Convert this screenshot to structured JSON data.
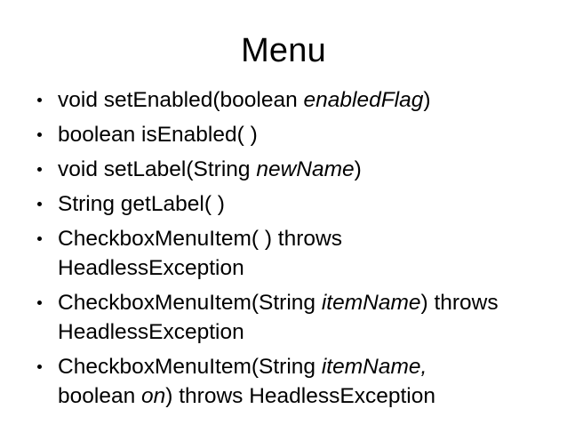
{
  "slide": {
    "title": "Menu",
    "background_color": "#FFFFFF",
    "text_color": "#000000",
    "bullets": [
      {
        "icon": "bullet-dot",
        "text": "void setEnabled(boolean enabledFlag)",
        "segments": [
          {
            "text": "void setEnabled(boolean ",
            "italic": false
          },
          {
            "text": "enabledFlag",
            "italic": true
          },
          {
            "text": ")",
            "italic": false
          }
        ]
      },
      {
        "icon": "bullet-dot",
        "text": "boolean isEnabled( )",
        "segments": [
          {
            "text": "boolean isEnabled( )",
            "italic": false
          }
        ]
      },
      {
        "icon": "bullet-dot",
        "text": "void setLabel(String newName)",
        "segments": [
          {
            "text": "void setLabel(String ",
            "italic": false
          },
          {
            "text": "newName",
            "italic": true
          },
          {
            "text": ")",
            "italic": false
          }
        ]
      },
      {
        "icon": "bullet-dot",
        "text": "String getLabel( )",
        "segments": [
          {
            "text": "String getLabel( )",
            "italic": false
          }
        ]
      },
      {
        "icon": "bullet-dot",
        "text": "CheckboxMenuItem( ) throws HeadlessException",
        "segments": [
          {
            "text": "CheckboxMenuItem( ) throws\nHeadlessException",
            "italic": false
          }
        ]
      },
      {
        "icon": "bullet-dot",
        "text": "CheckboxMenuItem(String itemName) throws HeadlessException",
        "segments": [
          {
            "text": "CheckboxMenuItem(String ",
            "italic": false
          },
          {
            "text": "itemName",
            "italic": true
          },
          {
            "text": ") throws\nHeadlessException",
            "italic": false
          }
        ]
      },
      {
        "icon": "bullet-dot",
        "text": "CheckboxMenuItem(String itemName, boolean on) throws HeadlessException",
        "segments": [
          {
            "text": "CheckboxMenuItem(String ",
            "italic": false
          },
          {
            "text": "itemName,",
            "italic": true
          },
          {
            "text": "\nboolean ",
            "italic": false
          },
          {
            "text": "on",
            "italic": true
          },
          {
            "text": ") throws HeadlessException",
            "italic": false
          }
        ]
      }
    ]
  }
}
